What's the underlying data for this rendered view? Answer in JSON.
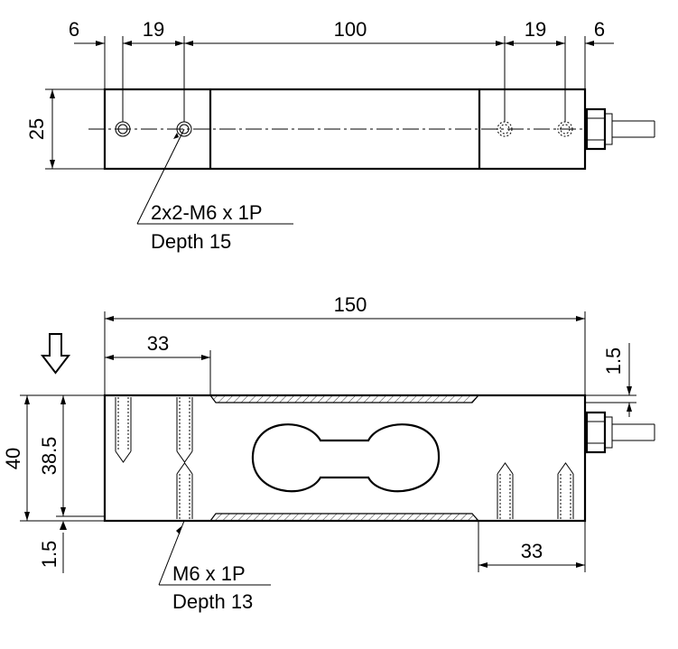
{
  "top_view": {
    "dims": {
      "left_edge": "6",
      "left_hole_pitch": "19",
      "center_span": "100",
      "right_hole_pitch": "19",
      "right_edge": "6",
      "height": "25"
    },
    "callout": {
      "line1": "2x2-M6 x 1P",
      "line2": "Depth 15"
    }
  },
  "side_view": {
    "dims": {
      "length": "150",
      "left_flange": "33",
      "right_flange": "33",
      "height": "40",
      "inner_height": "38.5",
      "bottom_gap": "1.5",
      "top_gap": "1.5"
    },
    "callout": {
      "line1": "M6 x 1P",
      "line2": "Depth 13"
    },
    "load_direction_icon": "down-arrow-icon"
  }
}
